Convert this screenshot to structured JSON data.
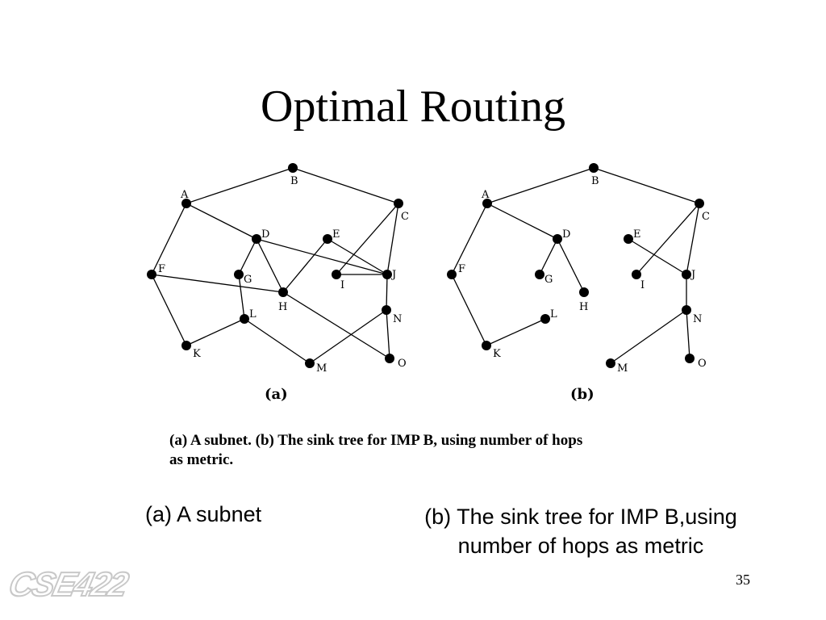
{
  "slide": {
    "title": "Optimal Routing",
    "figure_caption_line1": "(a) A subnet. (b) The sink tree for IMP B, using number of hops",
    "figure_caption_line2": "as metric.",
    "caption_a": "(a) A subnet",
    "caption_b_line1": "(b) The sink tree for IMP B,using",
    "caption_b_line2": "number of hops as metric",
    "page_number": "35",
    "logo_text": "CSE422"
  },
  "diagram": {
    "panel_a_label": "(a)",
    "panel_b_label": "(b)",
    "node_names": [
      "A",
      "B",
      "C",
      "D",
      "E",
      "F",
      "G",
      "H",
      "I",
      "J",
      "K",
      "L",
      "M",
      "N",
      "O"
    ],
    "subnet_edges": [
      [
        "A",
        "B"
      ],
      [
        "B",
        "C"
      ],
      [
        "A",
        "F"
      ],
      [
        "A",
        "D"
      ],
      [
        "D",
        "J"
      ],
      [
        "D",
        "G"
      ],
      [
        "D",
        "H"
      ],
      [
        "F",
        "H"
      ],
      [
        "F",
        "K"
      ],
      [
        "G",
        "L"
      ],
      [
        "K",
        "L"
      ],
      [
        "L",
        "M"
      ],
      [
        "H",
        "E"
      ],
      [
        "H",
        "O"
      ],
      [
        "C",
        "J"
      ],
      [
        "C",
        "I"
      ],
      [
        "E",
        "J"
      ],
      [
        "I",
        "J"
      ],
      [
        "J",
        "N"
      ],
      [
        "N",
        "M"
      ],
      [
        "N",
        "O"
      ]
    ],
    "sink_tree_edges": [
      [
        "A",
        "B"
      ],
      [
        "B",
        "C"
      ],
      [
        "A",
        "F"
      ],
      [
        "F",
        "K"
      ],
      [
        "K",
        "L"
      ],
      [
        "A",
        "D"
      ],
      [
        "D",
        "G"
      ],
      [
        "D",
        "H"
      ],
      [
        "C",
        "J"
      ],
      [
        "C",
        "I"
      ],
      [
        "E",
        "J"
      ],
      [
        "J",
        "N"
      ],
      [
        "N",
        "M"
      ],
      [
        "N",
        "O"
      ]
    ],
    "colors": {
      "ink": "#000000"
    }
  }
}
